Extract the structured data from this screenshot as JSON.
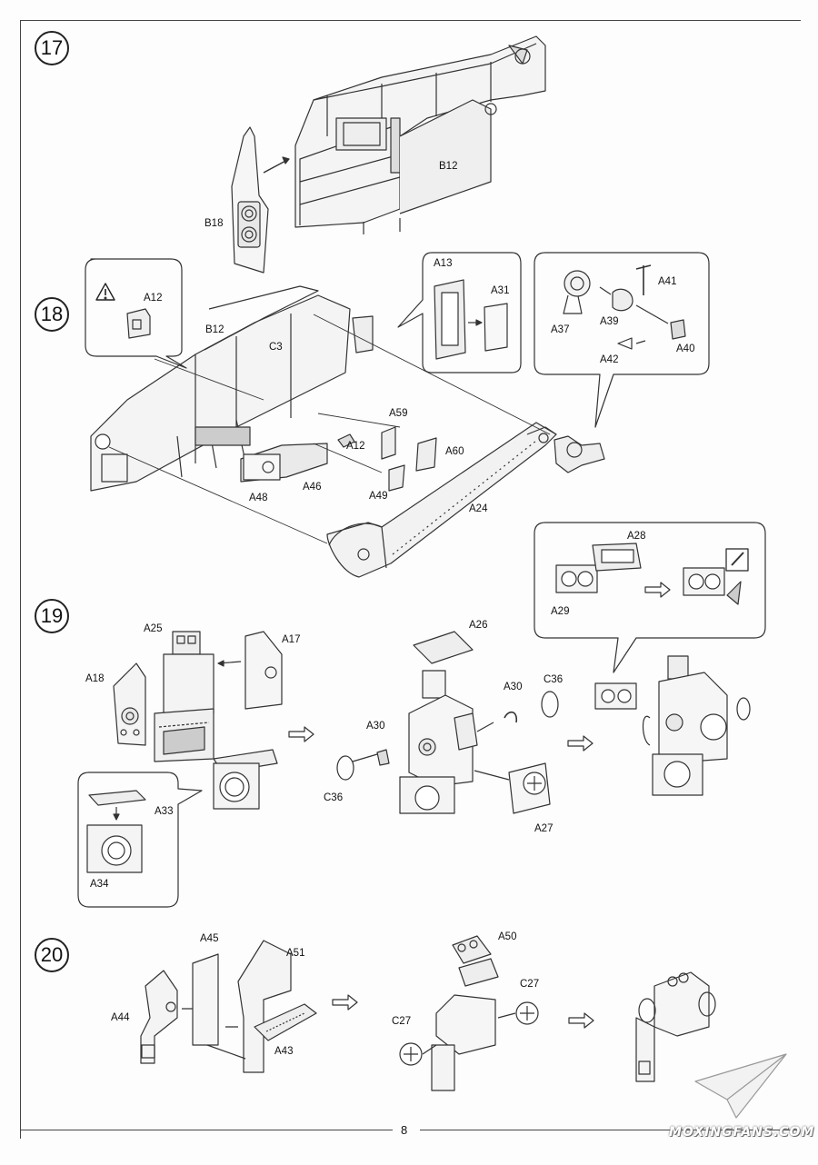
{
  "page_number": "8",
  "watermark": "MOXINGFANS.COM",
  "steps": [
    {
      "number": "17",
      "parts": [
        "B12",
        "B18"
      ]
    },
    {
      "number": "18",
      "parts": [
        "A12",
        "A13",
        "A31",
        "A41",
        "A37",
        "A39",
        "A40",
        "A42",
        "B12",
        "C3",
        "A12",
        "A59",
        "A60",
        "A48",
        "A46",
        "A49",
        "A24"
      ]
    },
    {
      "number": "19",
      "parts": [
        "A25",
        "A17",
        "A18",
        "A26",
        "A30",
        "C36",
        "A30",
        "C36",
        "A27",
        "A33",
        "A34",
        "A28",
        "A29"
      ]
    },
    {
      "number": "20",
      "parts": [
        "A45",
        "A51",
        "A44",
        "A43",
        "A50",
        "C27",
        "C27"
      ]
    }
  ],
  "warning_icon": "warning-triangle-icon",
  "paint_icon": "paint-brush-icon"
}
